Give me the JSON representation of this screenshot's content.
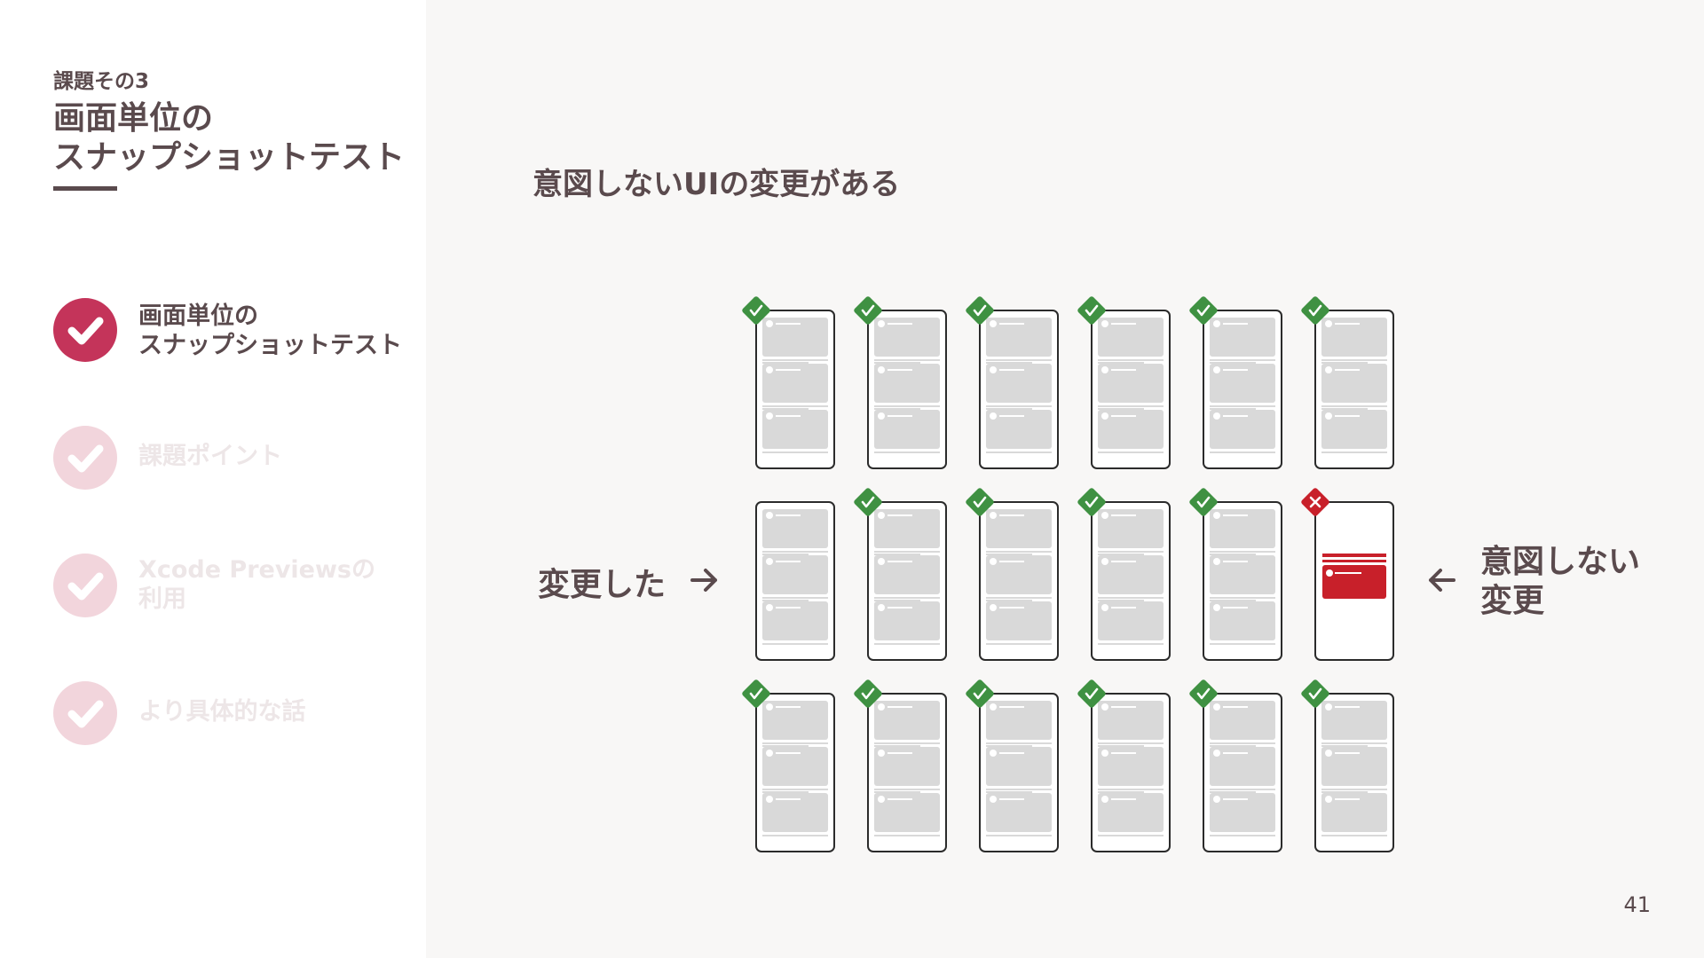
{
  "sidebar": {
    "section_label": "課題その3",
    "title_line1": "画面単位の",
    "title_line2": "スナップショットテスト",
    "accent_color": "#c4345a",
    "inactive_color": "#f2d5dc",
    "toc": [
      {
        "line1": "画面単位の",
        "line2": "スナップショットテスト",
        "active": true,
        "icon": "check-icon"
      },
      {
        "line1": "課題ポイント",
        "line2": "",
        "active": false,
        "icon": "check-icon"
      },
      {
        "line1": "Xcode Previewsの",
        "line2": "利用",
        "active": false,
        "icon": "check-icon"
      },
      {
        "line1": "より具体的な話",
        "line2": "",
        "active": false,
        "icon": "check-icon"
      }
    ]
  },
  "main": {
    "heading": "意図しないUIの変更がある",
    "left_label": "変更した",
    "right_label_line1": "意図しない",
    "right_label_line2": "変更",
    "pass_color": "#3f9142",
    "fail_color": "#c8202a",
    "grid": {
      "rows": 3,
      "cols": 6,
      "cells": [
        [
          "pass",
          "pass",
          "pass",
          "pass",
          "pass",
          "pass"
        ],
        [
          "none",
          "pass",
          "pass",
          "pass",
          "pass",
          "fail"
        ],
        [
          "pass",
          "pass",
          "pass",
          "pass",
          "pass",
          "pass"
        ]
      ]
    }
  },
  "page_number": "41"
}
